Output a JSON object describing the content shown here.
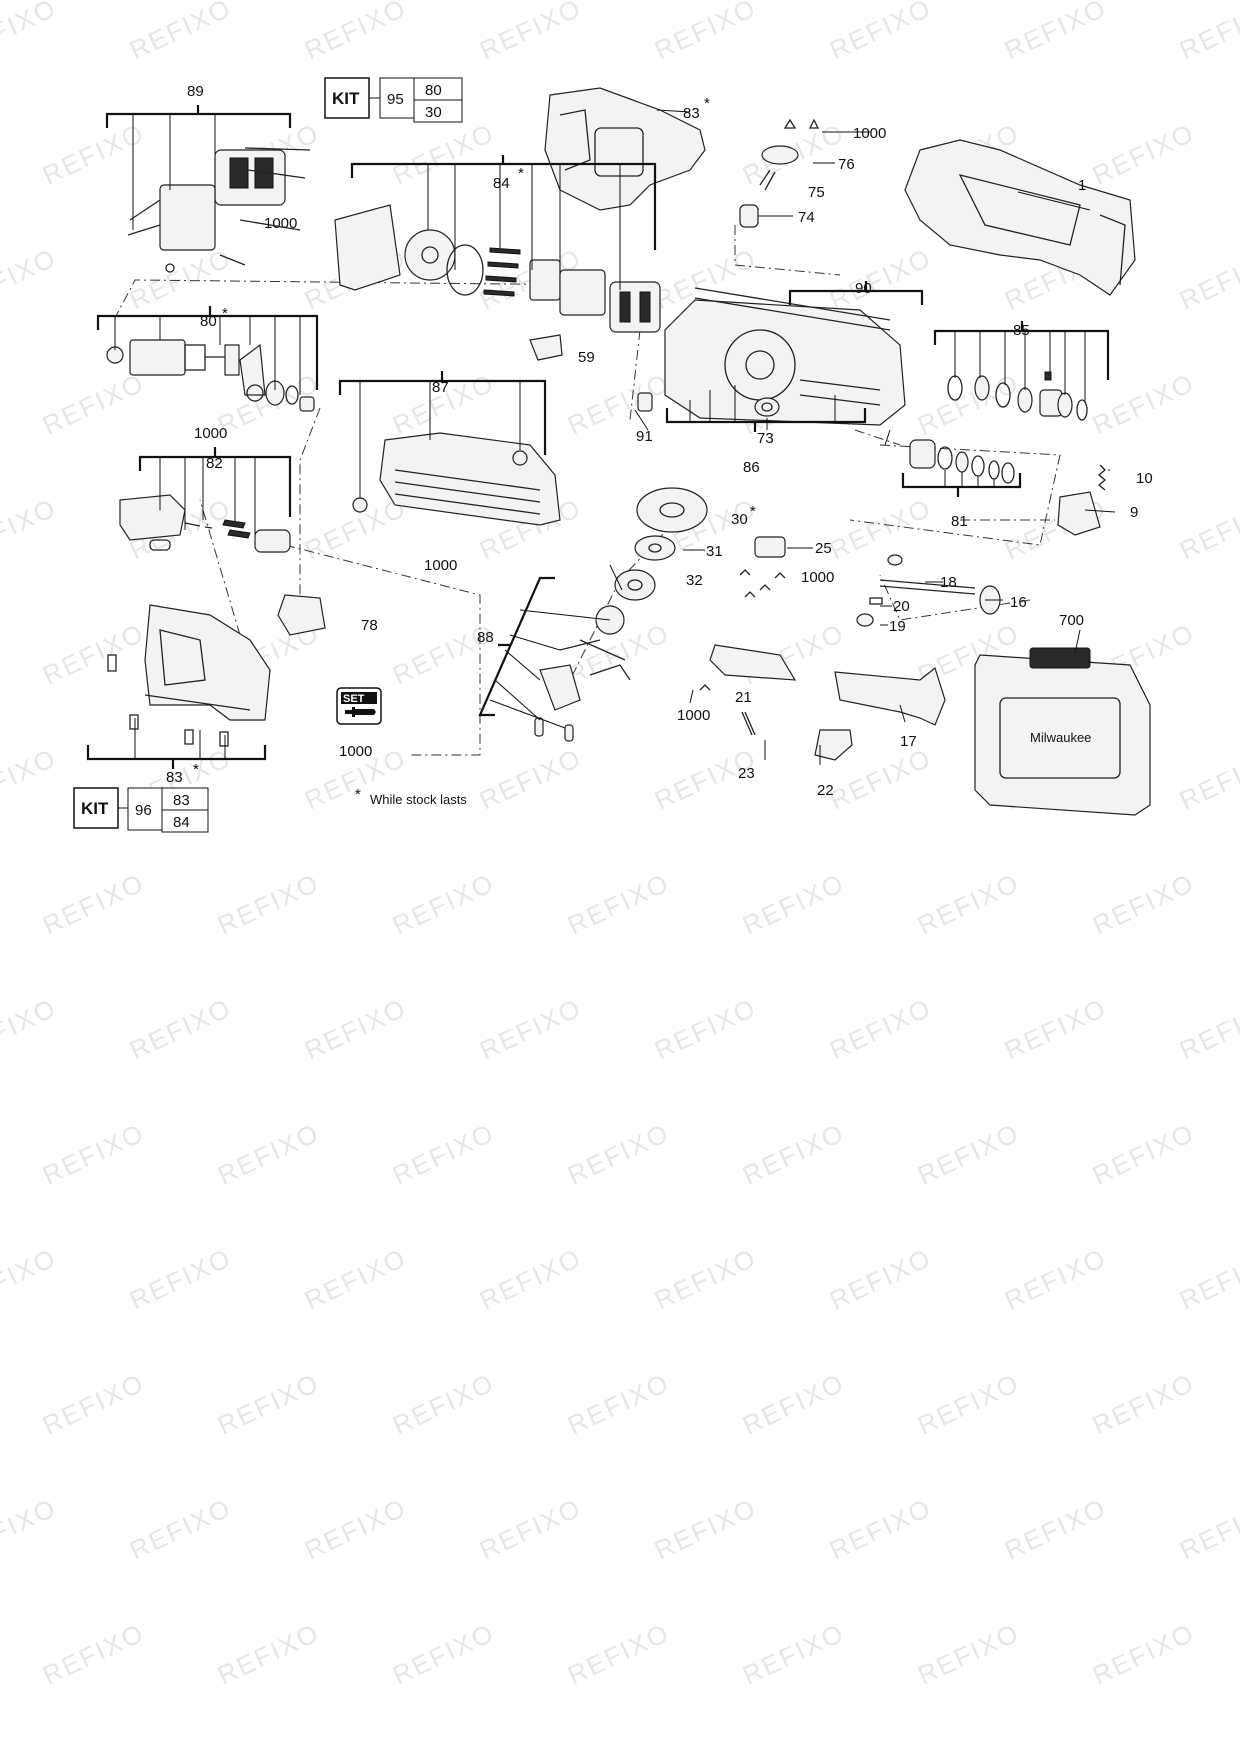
{
  "watermark": "REFIXO",
  "labels": {
    "p89": "89",
    "p1000_a": "1000",
    "p84": "84",
    "p83_top": "83",
    "p1000_b": "1000",
    "p76": "76",
    "p75": "75",
    "p74": "74",
    "p1": "1",
    "p80": "80",
    "p1000_c": "1000",
    "p59": "59",
    "p90": "90",
    "p85": "85",
    "p87": "87",
    "p91": "91",
    "p73": "73",
    "p86": "86",
    "p82": "82",
    "p10": "10",
    "p9": "9",
    "p81": "81",
    "p30": "30",
    "p31": "31",
    "p25": "25",
    "p32": "32",
    "p1000_d": "1000",
    "p1000_e": "1000",
    "p18": "18",
    "p20": "20",
    "p16": "16",
    "p19": "19",
    "p700": "700",
    "p78": "78",
    "p88": "88",
    "p1000_f": "1000",
    "p21": "21",
    "p17": "17",
    "p23": "23",
    "p22": "22",
    "p83_bottom": "83",
    "p1000_set": "1000"
  },
  "star": "*",
  "kit_top": {
    "label": "KIT",
    "kit_no": "95",
    "part_a": "80",
    "part_b": "30"
  },
  "kit_bottom": {
    "label": "KIT",
    "kit_no": "96",
    "part_a": "83",
    "part_b": "84"
  },
  "set_badge": "SET",
  "note": "While stock lasts",
  "case_brand": "Milwaukee"
}
